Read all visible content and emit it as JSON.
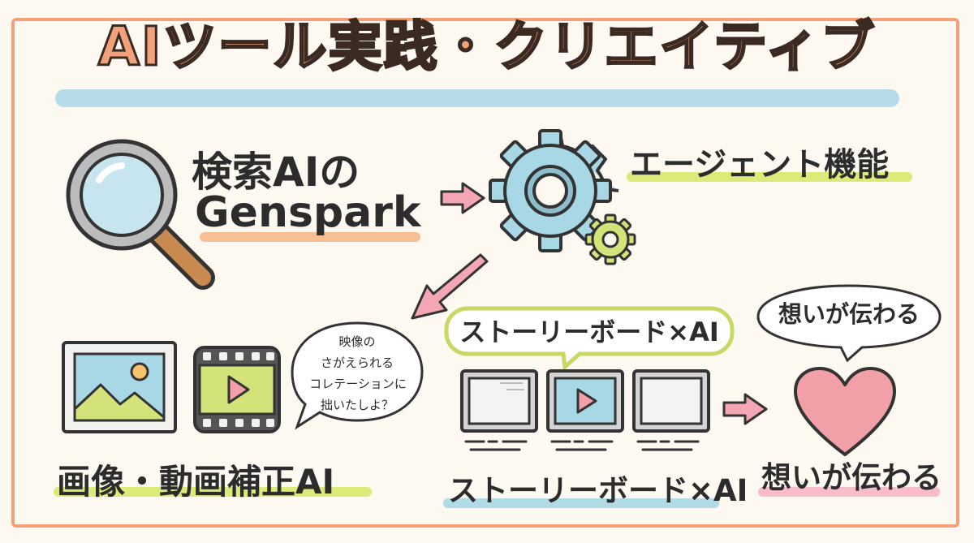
{
  "title": "AIツール実践・クリエイティブ",
  "search": {
    "line1": "検索AIの",
    "line2": "Genspark"
  },
  "agent": {
    "label": "エージェント機能"
  },
  "media": {
    "label": "画像・動画補正AI",
    "bubble": [
      "映像の",
      "さがえられる",
      "コレテーションに",
      "拙いたしよ？"
    ]
  },
  "storyboard": {
    "bubble": "ストーリーボード×AI",
    "label": "ストーリーボード×AI"
  },
  "heart": {
    "bubble": "想いが伝わる",
    "label": "想いが伝わる"
  },
  "colors": {
    "frame": "#f2a27a",
    "title_fill": "#f2a27a",
    "title_highlight": "#a8d7e6",
    "arrow": "#f4a6b5",
    "gear_blue": "#a8d7e6",
    "gear_green": "#d4e27a",
    "heart": "#f2a0a8",
    "green_highlight": "#d8e86c",
    "pink_highlight": "#f7b6c3",
    "orange_highlight": "#f6b98a"
  }
}
